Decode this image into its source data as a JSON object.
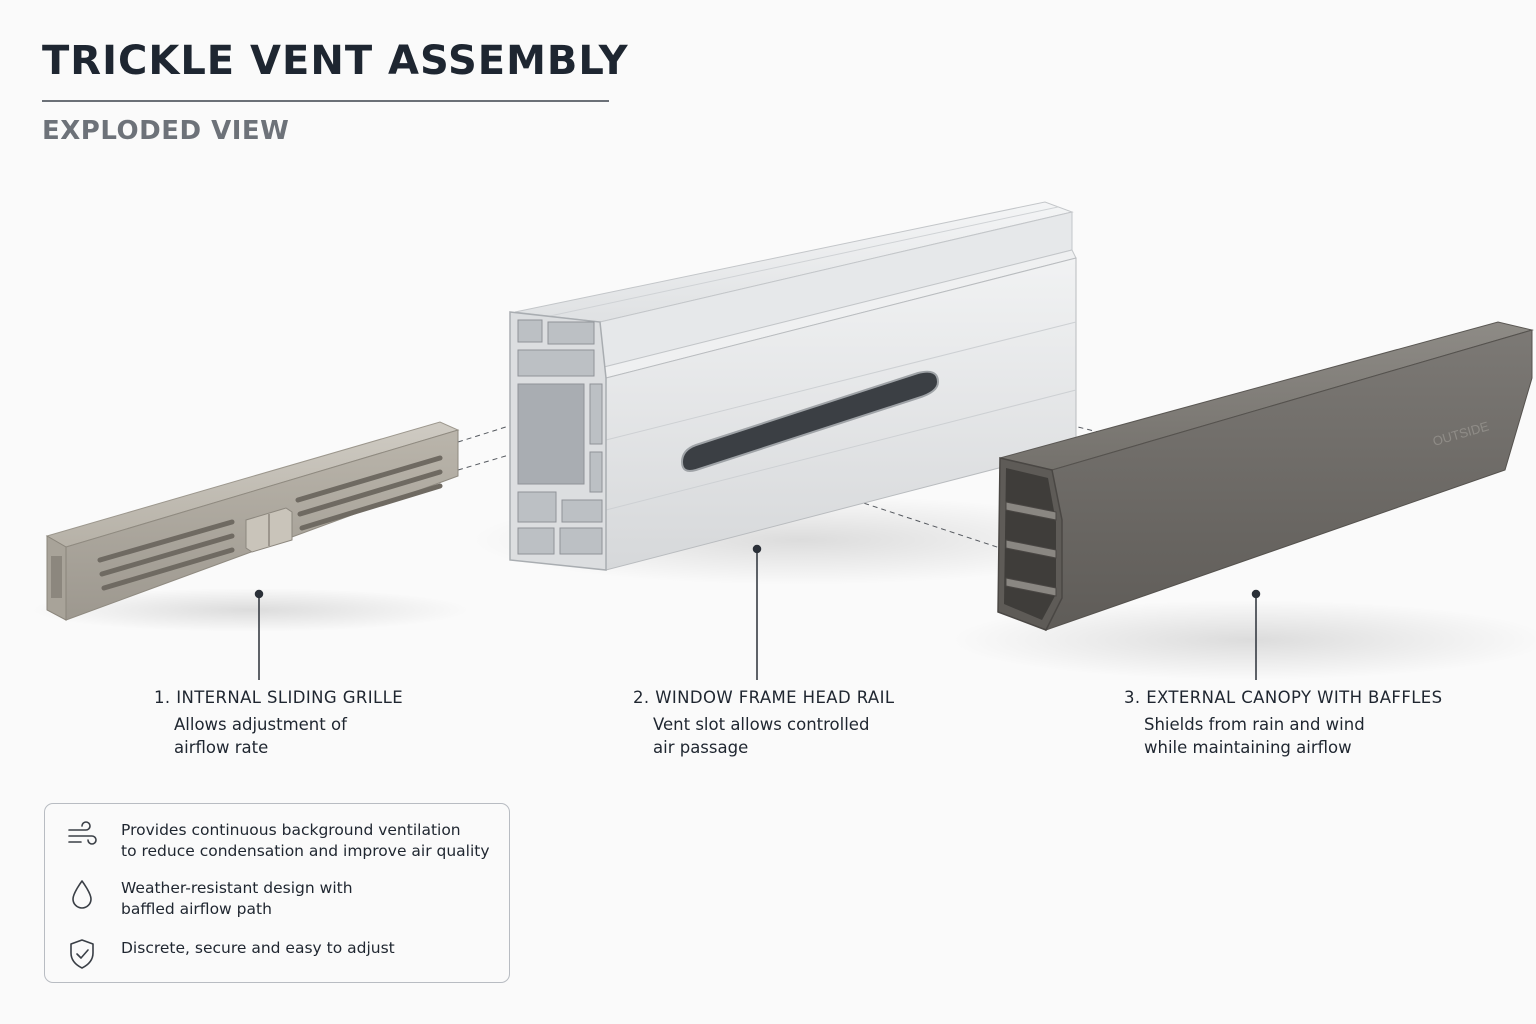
{
  "title": "TRICKLE VENT ASSEMBLY",
  "subtitle": "EXPLODED VIEW",
  "canopy_marking": "OUTSIDE",
  "components": [
    {
      "heading": "1. INTERNAL SLIDING GRILLE",
      "desc_line1": "Allows adjustment of",
      "desc_line2": "airflow rate"
    },
    {
      "heading": "2. WINDOW FRAME HEAD RAIL",
      "desc_line1": "Vent slot allows controlled",
      "desc_line2": "air passage"
    },
    {
      "heading": "3. EXTERNAL CANOPY WITH BAFFLES",
      "desc_line1": "Shields from rain and wind",
      "desc_line2": "while maintaining airflow"
    }
  ],
  "features": [
    {
      "icon": "wind-icon",
      "text": "Provides continuous background ventilation\nto reduce condensation and improve air quality"
    },
    {
      "icon": "water-drop-icon",
      "text": "Weather-resistant design with\nbaffled airflow path"
    },
    {
      "icon": "shield-check-icon",
      "text": "Discrete, secure and easy to adjust"
    }
  ],
  "colors": {
    "title": "#1e2631",
    "grille": "#b9b4aa",
    "frame": "#e8e9ea",
    "canopy": "#6d6a66",
    "leader": "#2b3038"
  }
}
